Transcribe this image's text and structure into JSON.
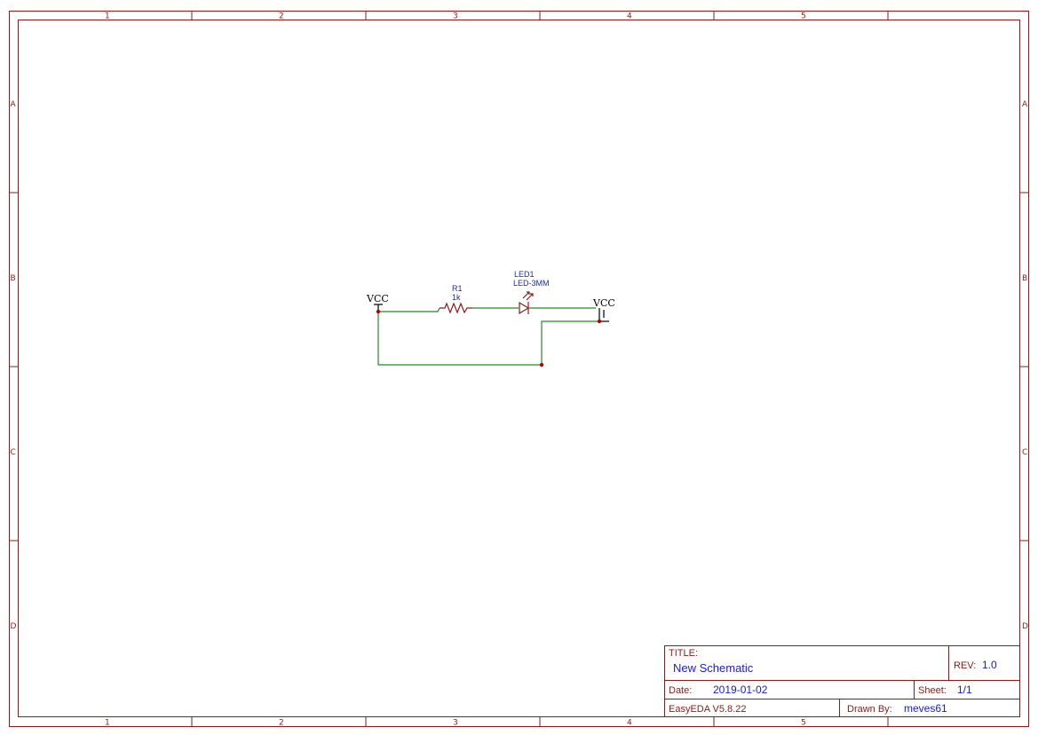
{
  "border": {
    "columns": [
      "1",
      "2",
      "3",
      "4",
      "5"
    ],
    "rows": [
      "A",
      "B",
      "C",
      "D"
    ]
  },
  "schematic": {
    "power_left": {
      "label": "VCC"
    },
    "power_right": {
      "label": "VCC"
    },
    "resistor": {
      "designator": "R1",
      "value": "1k"
    },
    "led": {
      "designator": "LED1",
      "value": "LED-3MM"
    },
    "colors": {
      "wire": "#228b22",
      "part": "#8b1a1a",
      "junction": "#b30000",
      "reference": "#1c2a9c"
    }
  },
  "title_block": {
    "title_label": "TITLE:",
    "title_value": "New Schematic",
    "rev_label": "REV:",
    "rev_value": "1.0",
    "date_label": "Date:",
    "date_value": "2019-01-02",
    "sheet_label": "Sheet:",
    "sheet_value": "1/1",
    "software": "EasyEDA V5.8.22",
    "drawn_by_label": "Drawn By:",
    "drawn_by_value": "meves61"
  }
}
